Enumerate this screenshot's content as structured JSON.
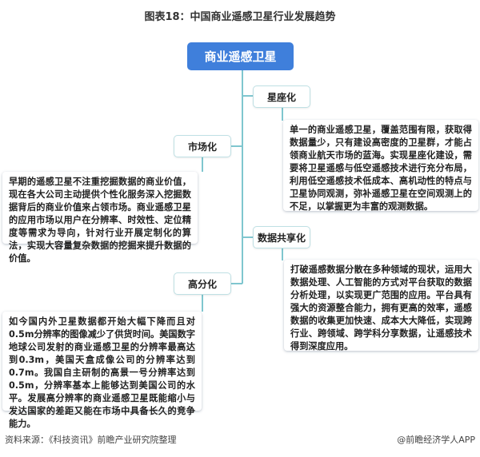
{
  "title": "图表18：中国商业遥感卫星行业发展趋势",
  "root": "商业遥感卫星",
  "branches": [
    {
      "label": "星座化",
      "text": "单一的商业遥感卫星，覆盖范围有限，获取得数据量少，只有建设高密度的卫星群，才能占领商业航天市场的蓝海。实现星座化建设，需要将卫星遥感与低空遥感技术进行充分布局，利用低空遥感技术低成本、高机动性的特点与卫星协同观测，弥补遥感卫星在空间观测上的不足，以掌握更为丰富的观测数据。"
    },
    {
      "label": "市场化",
      "text": "早期的遥感卫星不注重挖掘数据的商业价值，现在各大公司主动提供个性化服务深入挖掘数据背后的商业价值来占领市场。商业遥感卫星的应用市场以用户在分辨率、时效性、定位精度等需求为导向，针对行业开展定制化的算法，实现大容量复杂数据的挖掘来提升数据的价值。"
    },
    {
      "label": "数据共享化",
      "text": "打破遥感数据分散在多种领域的现状，运用大数据处理、人工智能的方式对平台获取的数据分析处理，以实现更广范围的应用。平台具有强大的资源整合能力，拥有更高的效率，遥感数据的收集更加快速、成本大大降低，实现跨行业、跨领域、跨学科分享数据，让遥感技术得到深度应用。"
    },
    {
      "label": "高分化",
      "text": "如今国内外卫星数据都开始大幅下降而且对0.5m分辨率的图像减少了供货时间。美国数字地球公司发射的商业遥感卫星的分辨率最高达到0.3m，美国天盒成像公司的分辨率达到0.7m。我国自主研制的高景一号分辨率达到0.5m，分辨率基本上能够达到美国公司的水平。发展高分辨率的商业遥感卫星既能缩小与发达国家的差距又能在市场中具备长久的竞争能力。"
    }
  ],
  "footer": {
    "source": "资料来源：《科技资讯》前瞻产业研究院整理",
    "brand": "@前瞻经济学人APP"
  },
  "colors": {
    "root": "#3f7fdb",
    "line": "#7fc6cf"
  }
}
